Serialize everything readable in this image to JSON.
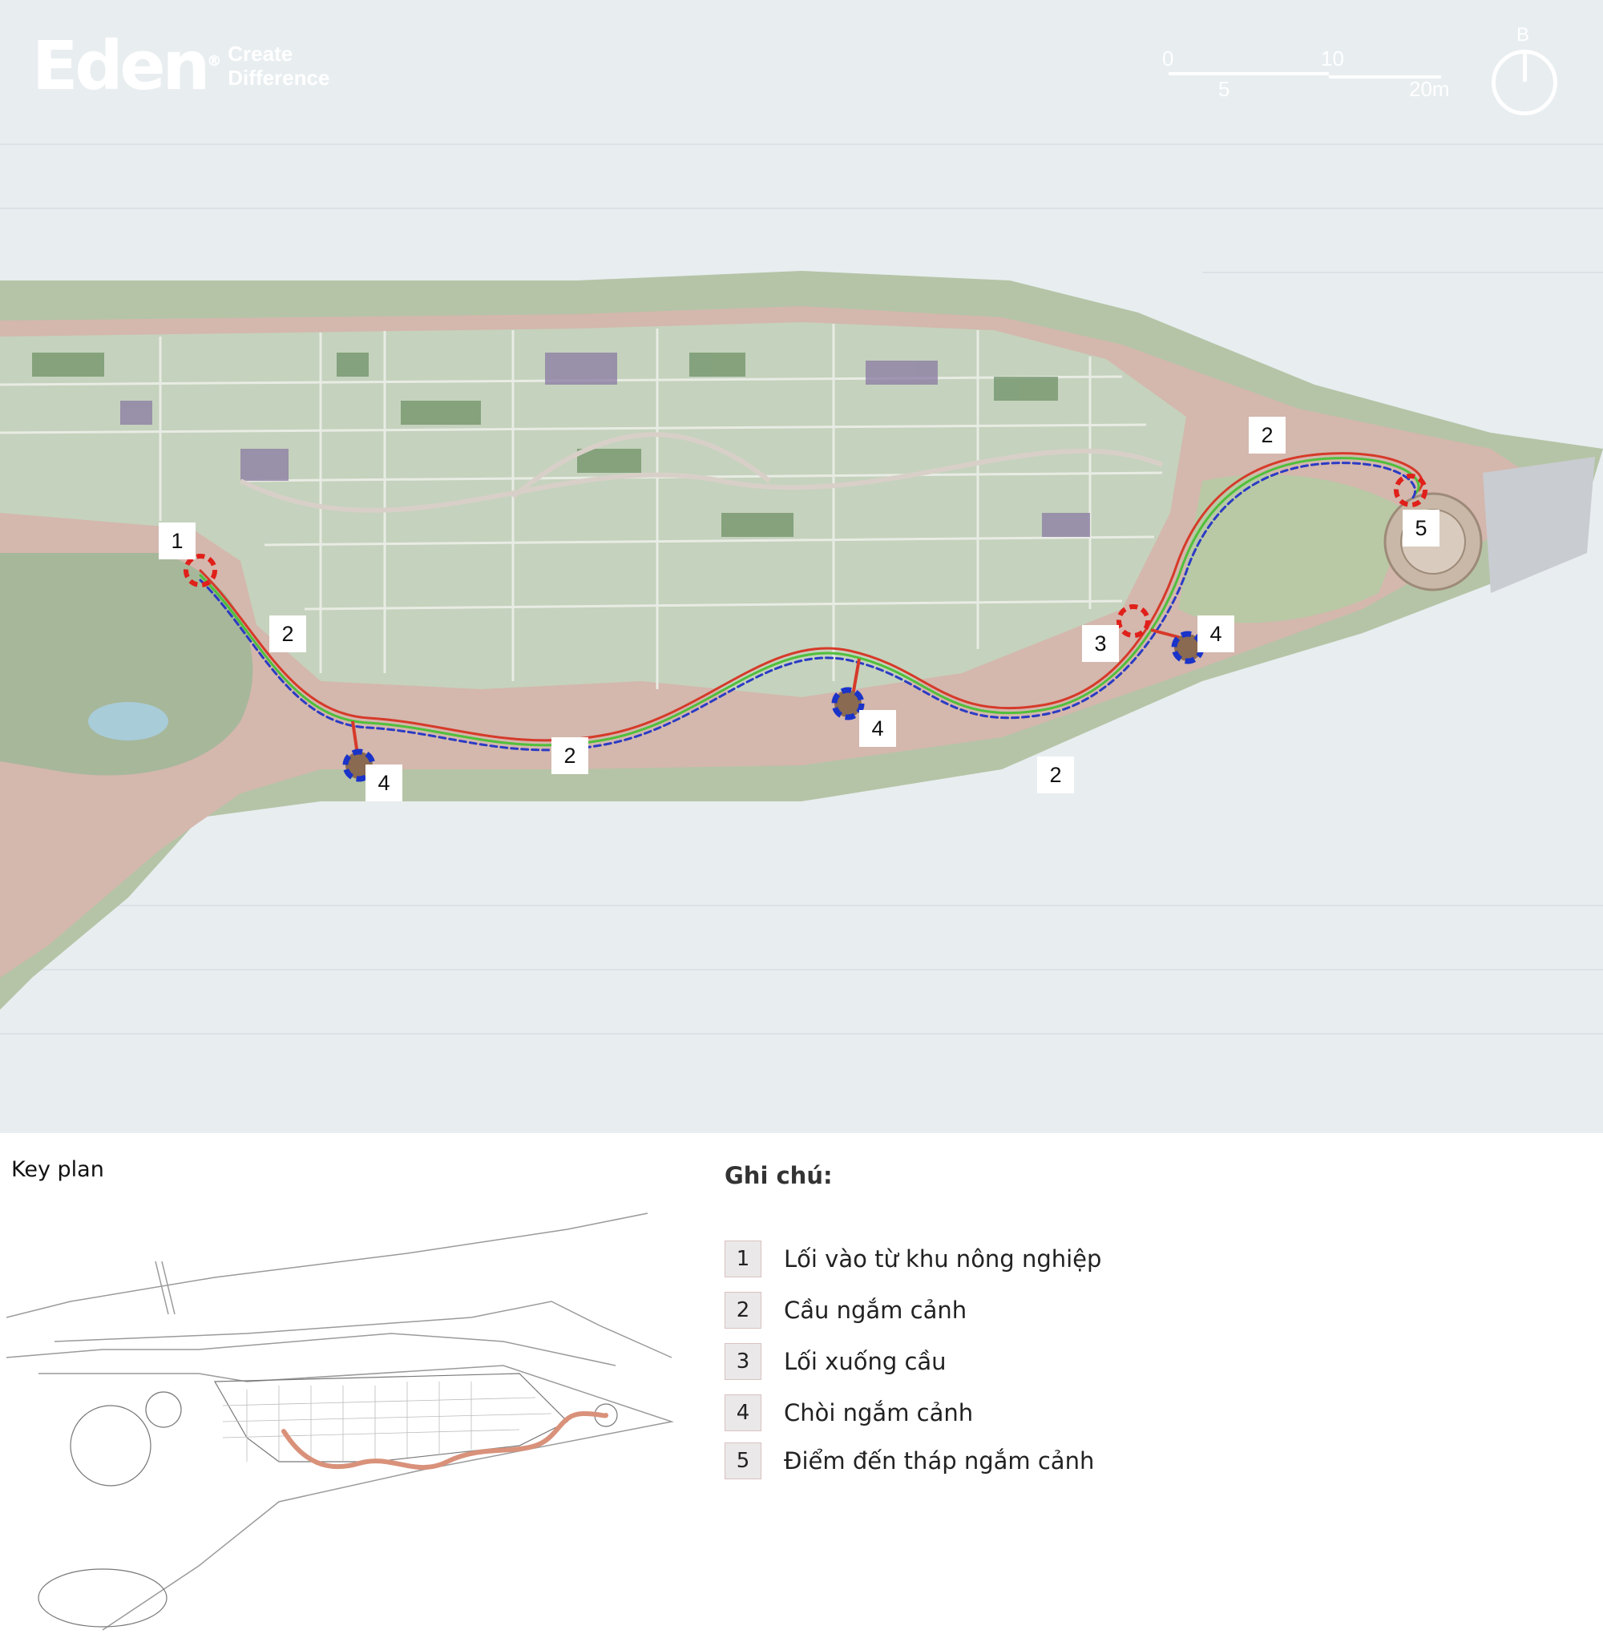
{
  "brand": {
    "logo_text": "Eden",
    "tagline_1": "Create",
    "tagline_2": "Difference",
    "logo_mark": "®"
  },
  "scale": {
    "labels_top": [
      "0",
      "10"
    ],
    "labels_bottom": [
      "5",
      "20m"
    ]
  },
  "north": {
    "label": "B"
  },
  "markers": [
    {
      "label": "1"
    },
    {
      "label": "2"
    },
    {
      "label": "2"
    },
    {
      "label": "2"
    },
    {
      "label": "2"
    },
    {
      "label": "3"
    },
    {
      "label": "4"
    },
    {
      "label": "4"
    },
    {
      "label": "4"
    },
    {
      "label": "5"
    }
  ],
  "keyplan": {
    "title": "Key plan"
  },
  "legend": {
    "title": "Ghi chú:",
    "items": [
      {
        "num": "1",
        "text": "Lối vào từ khu nông nghiệp"
      },
      {
        "num": "2",
        "text": "Cầu ngắm cảnh"
      },
      {
        "num": "3",
        "text": "Lối xuống cầu"
      },
      {
        "num": "4",
        "text": "Chòi ngắm cảnh"
      },
      {
        "num": "5",
        "text": "Điểm đến tháp ngắm cảnh"
      }
    ]
  },
  "colors": {
    "water": "#e8edf0",
    "land": "#b8c7a8",
    "field_green": "#6f9268",
    "field_purple": "#8a7aa3",
    "path_red": "#d63a2a",
    "path_blue": "#2b3bc4",
    "path_green": "#4fbf3a",
    "entry_red": "#e0201a",
    "pavilion_blue": "#1a33c9",
    "keyplan_route": "#d9917a"
  }
}
